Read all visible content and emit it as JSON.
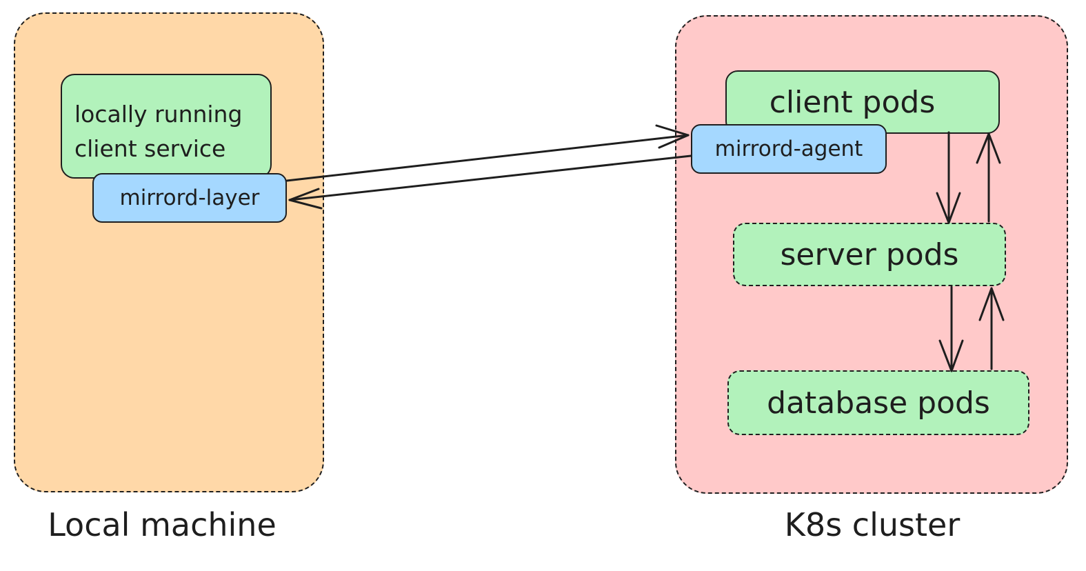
{
  "colors": {
    "local_region": "#ffd8a8",
    "cluster_region": "#ffc9c9",
    "service_node": "#b2f2bb",
    "mirrord_node": "#a5d8ff",
    "stroke": "#1e1e1e"
  },
  "local_machine": {
    "caption": "Local machine",
    "client_service": "locally running\nclient service",
    "layer": "mirrord-layer"
  },
  "cluster": {
    "caption": "K8s cluster",
    "client_pods": "client pods",
    "agent": "mirrord-agent",
    "server_pods": "server pods",
    "database_pods": "database pods"
  }
}
